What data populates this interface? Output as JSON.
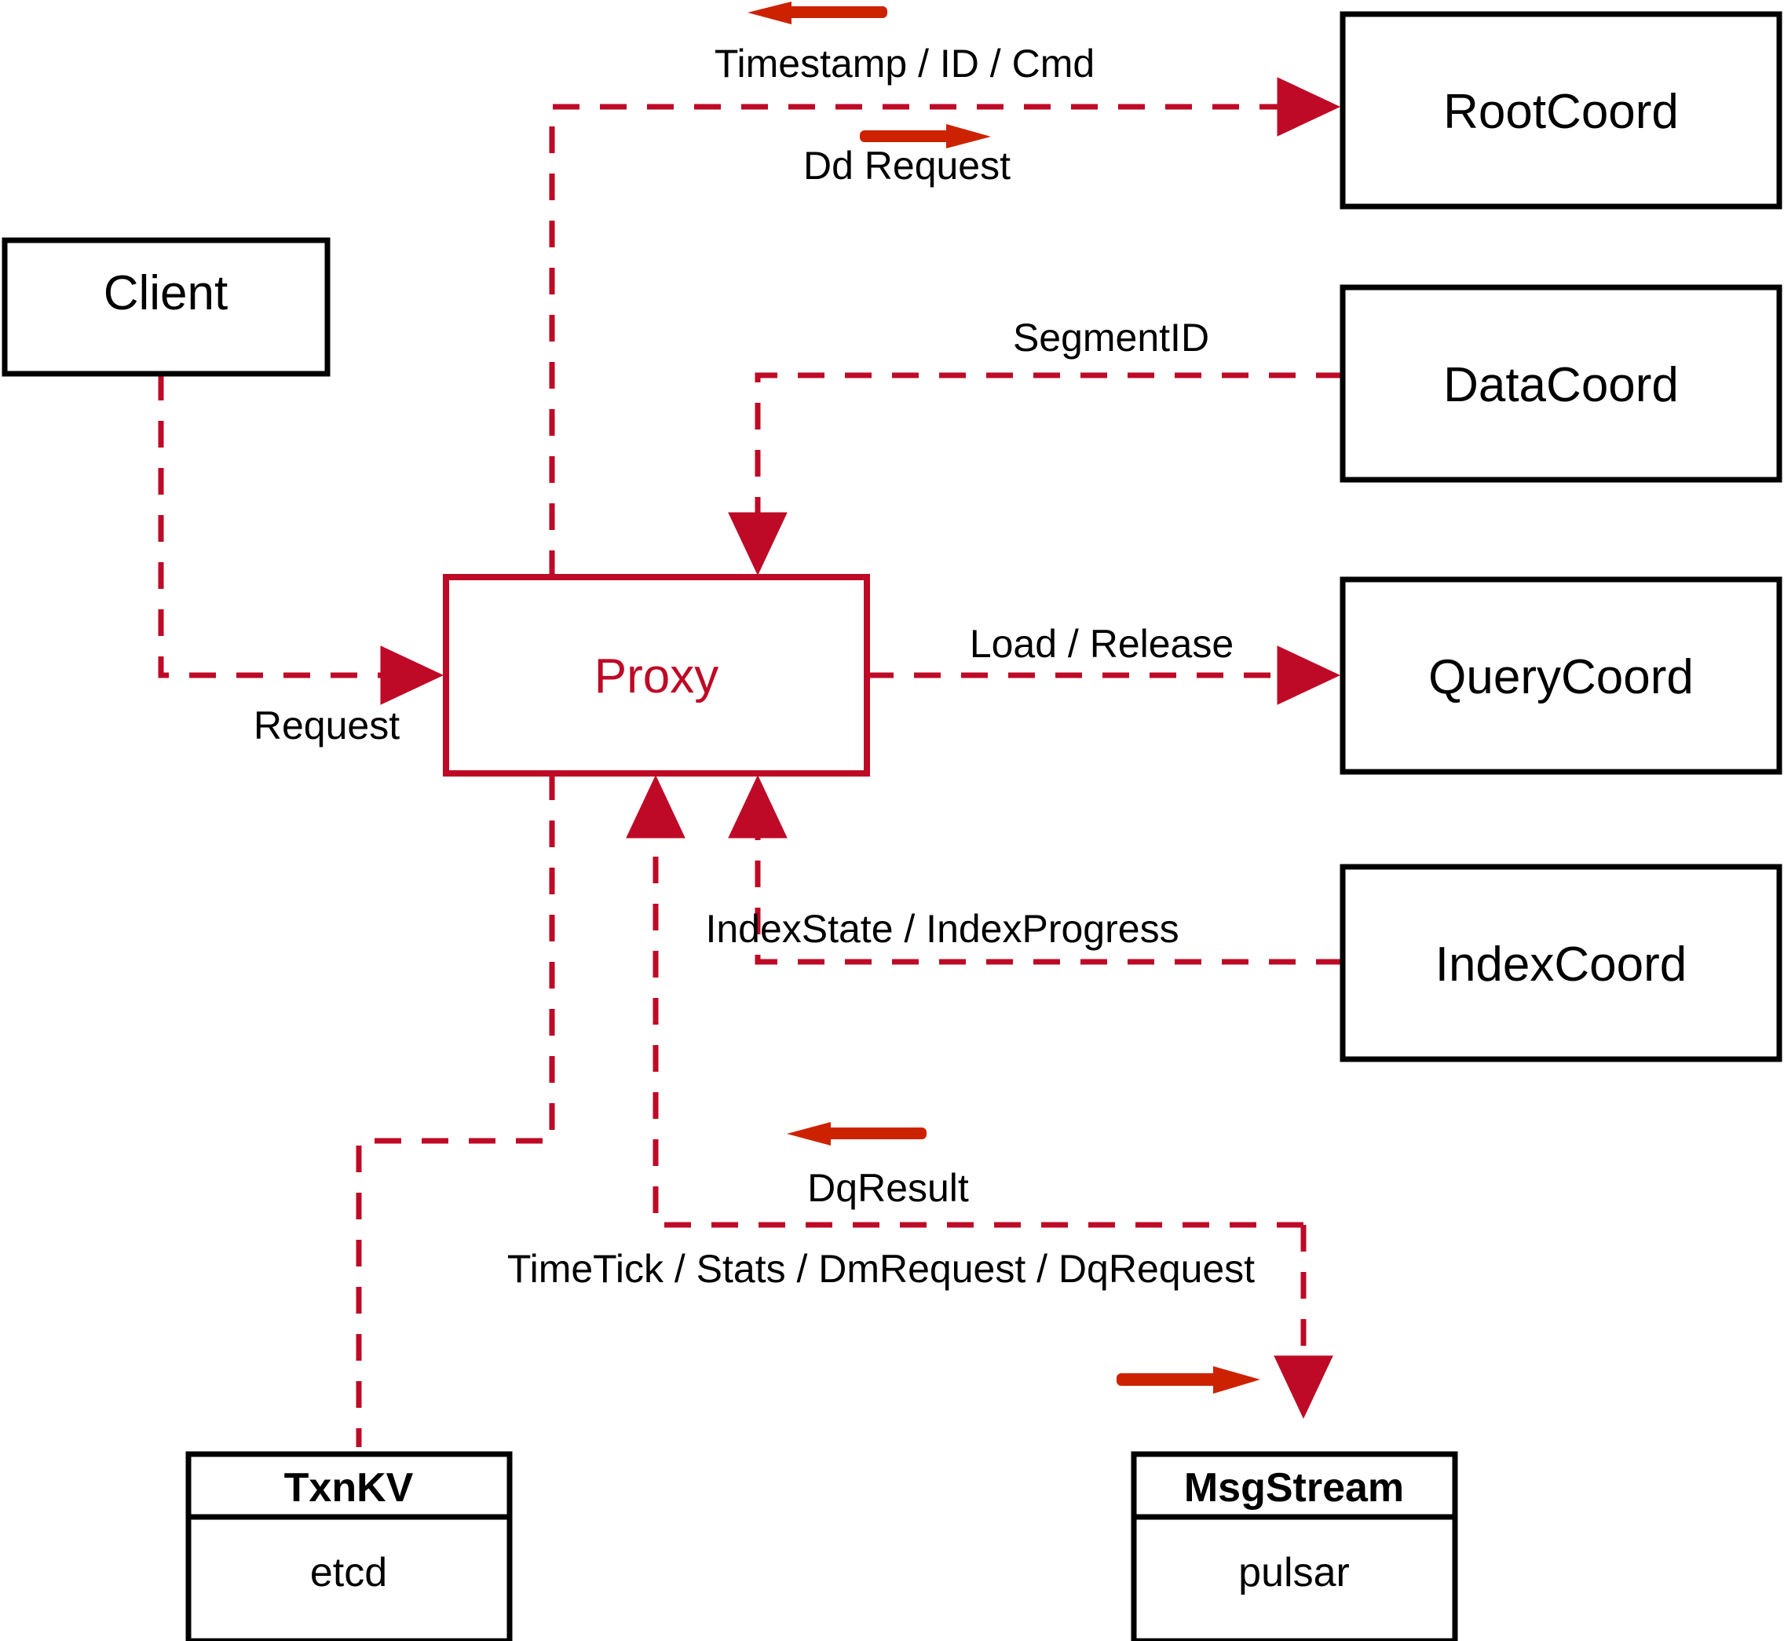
{
  "diagram": {
    "title": "Milvus Proxy interaction diagram",
    "colors": {
      "node_stroke": "#000000",
      "proxy_stroke": "#BE0A26",
      "dashed_edge": "#BE0A26",
      "solid_arrow": "#CC2200",
      "background": "#FFFFFF",
      "text": "#000000"
    }
  },
  "nodes": {
    "client": {
      "label": "Client"
    },
    "proxy": {
      "label": "Proxy"
    },
    "root_coord": {
      "label": "RootCoord"
    },
    "data_coord": {
      "label": "DataCoord"
    },
    "query_coord": {
      "label": "QueryCoord"
    },
    "index_coord": {
      "label": "IndexCoord"
    },
    "txnkv": {
      "title": "TxnKV",
      "impl": "etcd"
    },
    "msgstream": {
      "title": "MsgStream",
      "impl": "pulsar"
    }
  },
  "edges": [
    {
      "id": "client-proxy",
      "label": "Request",
      "from": "client",
      "to": "proxy",
      "direction": "right"
    },
    {
      "id": "proxy-rootcoord",
      "label": "Dd Request",
      "from": "proxy",
      "to": "root_coord",
      "direction": "right"
    },
    {
      "id": "rootcoord-proxy",
      "label": "Timestamp / ID / Cmd",
      "from": "root_coord",
      "to": "proxy",
      "direction": "left"
    },
    {
      "id": "datacoord-proxy",
      "label": "SegmentID",
      "from": "data_coord",
      "to": "proxy",
      "direction": "left"
    },
    {
      "id": "proxy-querycoord",
      "label": "Load / Release",
      "from": "proxy",
      "to": "query_coord",
      "direction": "right"
    },
    {
      "id": "indexcoord-proxy",
      "label": "IndexState / IndexProgress",
      "from": "index_coord",
      "to": "proxy",
      "direction": "left"
    },
    {
      "id": "msgstream-proxy",
      "label": "DqResult",
      "from": "msgstream",
      "to": "proxy",
      "direction": "left"
    },
    {
      "id": "proxy-msgstream",
      "label": "TimeTick / Stats / DmRequest / DqRequest",
      "from": "proxy",
      "to": "msgstream",
      "direction": "right"
    },
    {
      "id": "proxy-txnkv",
      "label": "",
      "from": "proxy",
      "to": "txnkv",
      "direction": "none"
    }
  ]
}
